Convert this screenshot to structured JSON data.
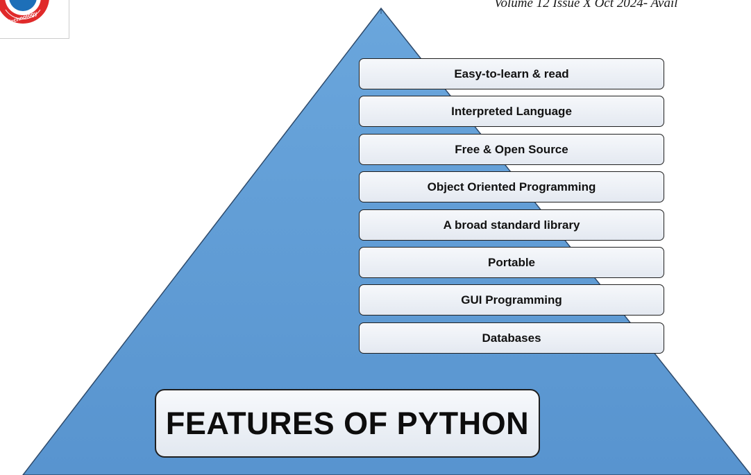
{
  "header": {
    "journal_text": "Volume 12 Issue X Oct 2024- Avail",
    "logo_text": "Technology"
  },
  "colors": {
    "pyramid_fill": "#5b9bd5",
    "pyramid_stroke": "#2e4a6b",
    "box_border": "#1f1f1f"
  },
  "features": [
    "Easy-to-learn & read",
    "Interpreted Language",
    "Free & Open Source",
    "Object Oriented Programming",
    "A broad standard library",
    "Portable",
    "GUI Programming",
    "Databases"
  ],
  "title": "FEATURES OF PYTHON"
}
